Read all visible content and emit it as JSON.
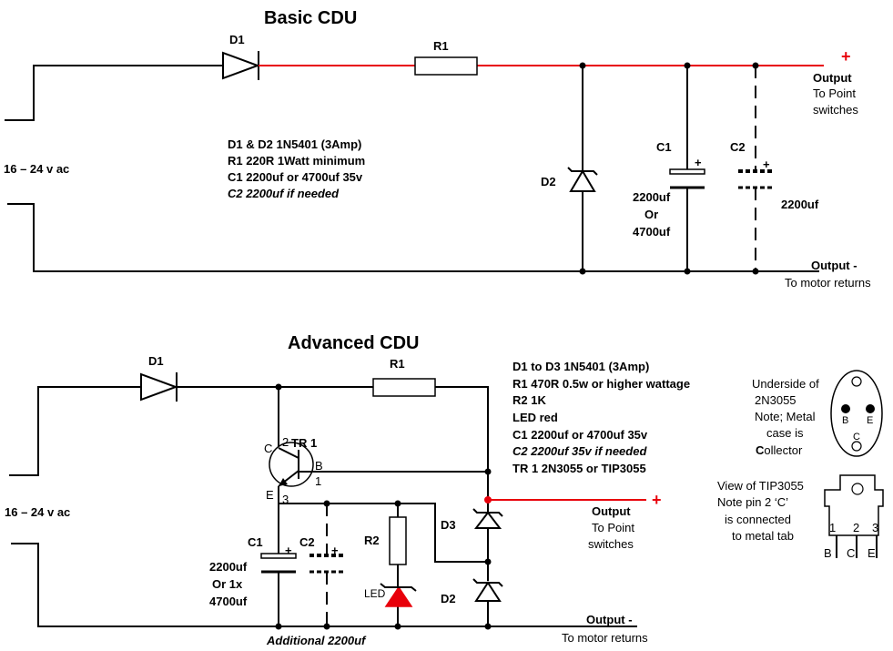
{
  "basic": {
    "title": "Basic CDU",
    "d1": "D1",
    "r1": "R1",
    "d2": "D2",
    "c1": "C1",
    "c2": "C2",
    "input": "16 – 24 v ac",
    "c1_value_1": "2200uf",
    "c1_value_2": "Or",
    "c1_value_3": "4700uf",
    "c2_value": "2200uf",
    "output_pos": "Output",
    "output_pos_sub_1": "To Point",
    "output_pos_sub_2": "switches",
    "output_neg": "Output -",
    "output_neg_sub": "To motor returns",
    "plus": "+",
    "polarity_plus": "+",
    "notes": [
      "D1 &  D2  1N5401 (3Amp)",
      "R1  220R  1Watt minimum",
      "C1 2200uf or 4700uf 35v",
      "C2 2200uf if needed"
    ]
  },
  "advanced": {
    "title": "Advanced CDU",
    "d1": "D1",
    "r1": "R1",
    "r2": "R2",
    "d2": "D2",
    "d3": "D3",
    "c1": "C1",
    "c2": "C2",
    "led": "LED",
    "tr1": "TR 1",
    "pin_c": "C",
    "pin_2": "2",
    "pin_b": "B",
    "pin_1": "1",
    "pin_e": "E",
    "pin_3": "3",
    "input": "16 – 24 v ac",
    "c1_value_1": "2200uf",
    "c1_value_2": "Or 1x",
    "c1_value_3": "4700uf",
    "additional": "Additional 2200uf",
    "output_pos": "Output",
    "output_pos_sub_1": "To Point",
    "output_pos_sub_2": "switches",
    "output_neg": "Output -",
    "output_neg_sub": "To motor returns",
    "plus": "+",
    "polarity_plus": "+",
    "notes": [
      "D1 to D3  1N5401 (3Amp)",
      "R1  470R 0.5w or higher wattage",
      "R2  1K",
      "LED  red",
      "C1 2200uf or 4700uf 35v",
      "C2 2200uf 35v if needed",
      "TR 1 2N3055 or TIP3055"
    ]
  },
  "n3055": {
    "line1": "Underside of",
    "line2": "2N3055",
    "line3": "Note; Metal",
    "line4": "case is",
    "line5_bold": "C",
    "line5_rest": "ollector",
    "pin_b": "B",
    "pin_e": "E",
    "pin_c": "C"
  },
  "tip3055": {
    "line1": "View of TIP3055",
    "line2": "Note pin 2 ‘C’",
    "line3": "is connected",
    "line4": "to metal tab",
    "pin_1": "1",
    "pin_2": "2",
    "pin_3": "3",
    "pin_b": "B",
    "pin_c": "C",
    "pin_e": "E"
  },
  "colors": {
    "wire": "#000000",
    "positive_wire": "#e8000b",
    "led": "#e8000b"
  }
}
